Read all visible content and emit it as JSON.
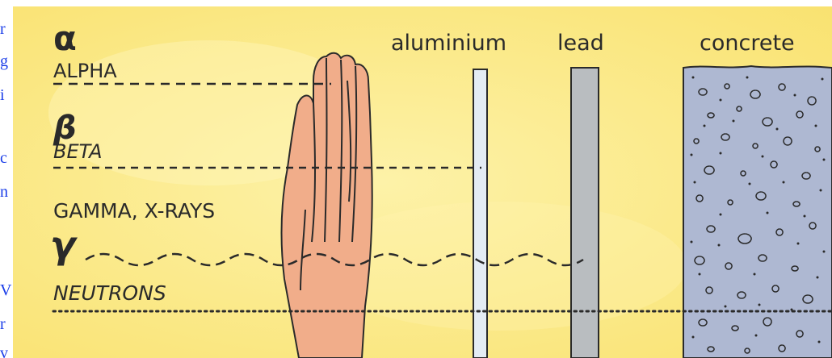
{
  "edge_links": [
    "r",
    "g",
    "i",
    "c",
    "n",
    "V",
    "r",
    "v"
  ],
  "labels": {
    "alpha_symbol": "α",
    "alpha": "ALPHA",
    "beta_symbol": "β",
    "beta": "BETA",
    "gamma": "GAMMA, X-RAYS",
    "gamma_symbol": "γ",
    "neutrons": "NEUTRONS"
  },
  "barriers": {
    "aluminium": "aluminium",
    "lead": "lead",
    "concrete": "concrete"
  },
  "colors": {
    "background": "#fbe98a",
    "hand": "#f1ad8a",
    "aluminium": "#e4ecf4",
    "lead": "#b9bdc0",
    "concrete": "#aeb8d2",
    "ink": "#2a2a2a"
  }
}
